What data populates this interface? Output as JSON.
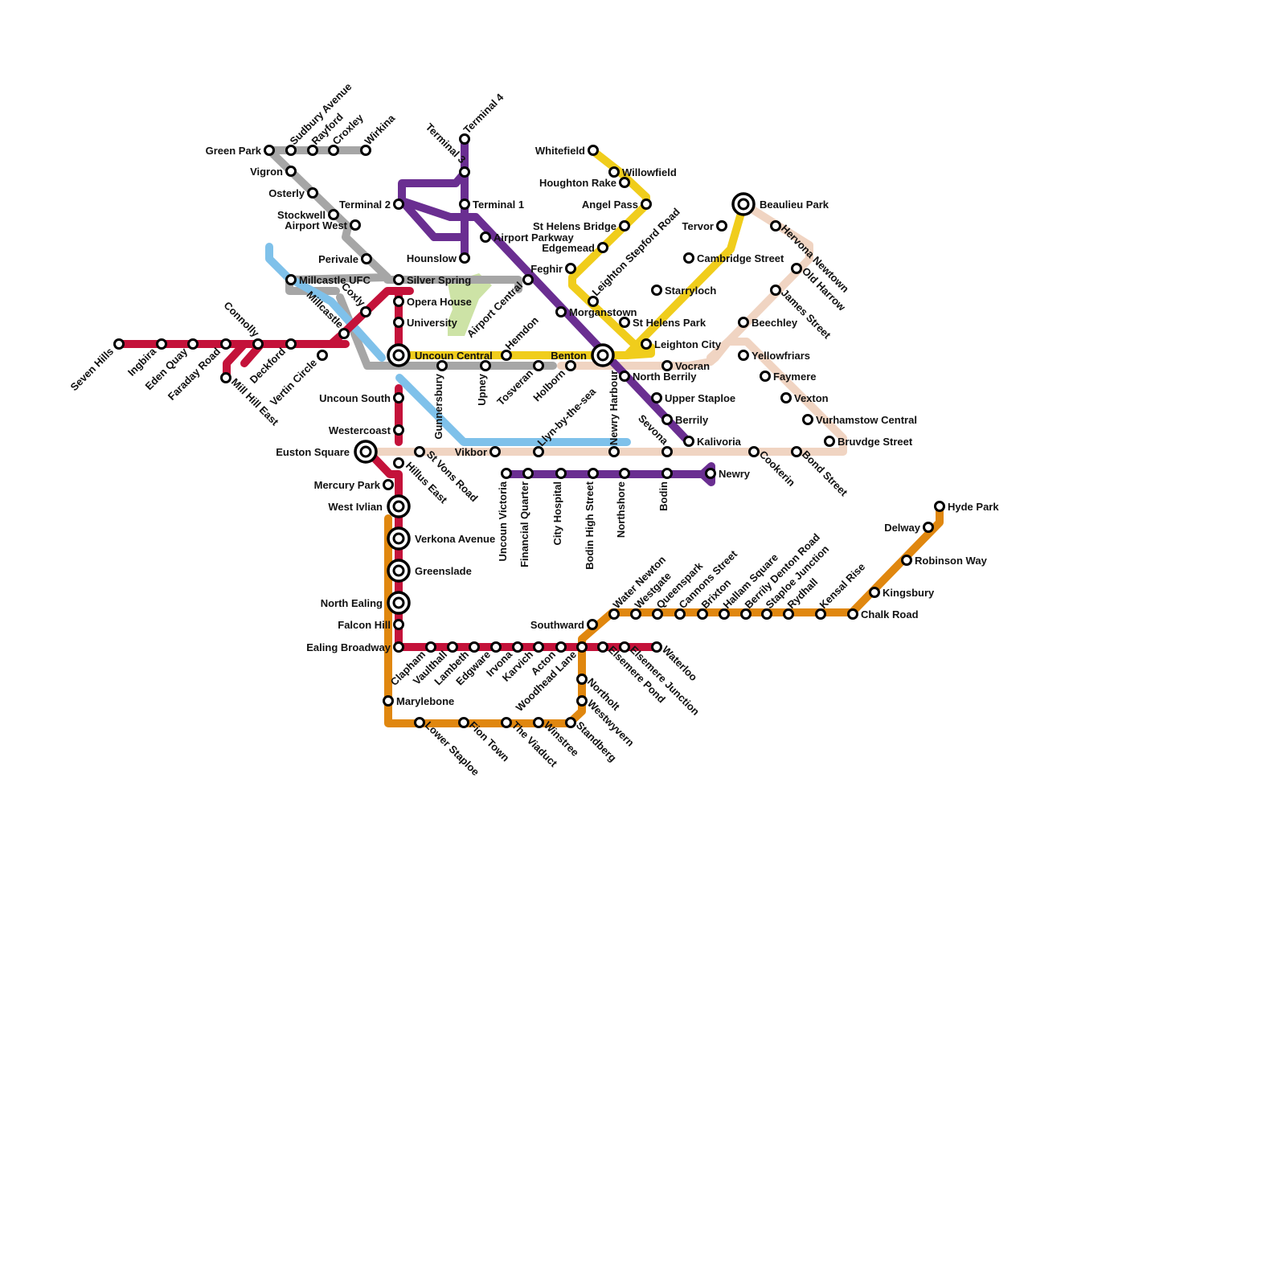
{
  "colors": {
    "red": "#c4123a",
    "grey": "#a6a6a6",
    "purple": "#6a2e91",
    "yellow": "#f0cd1c",
    "orange": "#e0870f",
    "blue": "#7fc1ea",
    "peach": "#f0d4c2",
    "park": "#cde3a6"
  },
  "stations": {
    "seven_hills": "Seven Hills",
    "ingbira": "Ingbira",
    "eden_quay": "Eden Quay",
    "faraday_road": "Faraday Road",
    "mill_hill_east": "Mill Hill East",
    "connolly": "Connolly",
    "deckford": "Deckford",
    "vertin_circle": "Vertin Circle",
    "millcastle": "Millcastle",
    "coxly": "Coxly",
    "green_park": "Green Park",
    "sudbury_avenue": "Sudbury Avenue",
    "rayford": "Rayford",
    "croxley": "Croxley",
    "wirkina": "Wirkina",
    "vigron": "Vigron",
    "osterly": "Osterly",
    "stockwell": "Stockwell",
    "airport_west": "Airport West",
    "perivale": "Perivale",
    "millcastle_ufc": "Millcastle UFC",
    "silver_spring": "Silver Spring",
    "opera_house": "Opera House",
    "university": "University",
    "uncoun_central": "Uncoun Central",
    "uncoun_south": "Uncoun South",
    "westercoast": "Westercoast",
    "euston_square": "Euston Square",
    "hillus_east": "Hillus East",
    "st_vons_road": "St Vons Road",
    "mercury_park": "Mercury Park",
    "west_ivlian": "West Ivlian",
    "verkona_avenue": "Verkona Avenue",
    "greenslade": "Greenslade",
    "north_ealing": "North Ealing",
    "falcon_hill": "Falcon Hill",
    "ealing_broadway": "Ealing Broadway",
    "terminal_2": "Terminal 2",
    "terminal_3": "Terminal 3",
    "terminal_4": "Terminal 4",
    "terminal_1": "Terminal 1",
    "hounslow": "Hounslow",
    "airport_parkway": "Airport Parkway",
    "airport_central": "Airport Central",
    "feghir": "Feghir",
    "morganstown": "Morganstown",
    "benton": "Benton",
    "hemdon": "Hemdon",
    "gunnersbury": "Gunnersbury",
    "upney": "Upney",
    "tosveran": "Tosveran",
    "holborn": "Holborn",
    "whitefield": "Whitefield",
    "willowfield": "Willowfield",
    "houghton_rake": "Houghton Rake",
    "angel_pass": "Angel Pass",
    "st_helens_bridge": "St Helens Bridge",
    "edgemead": "Edgemead",
    "leighton_stepford_road": "Leighton Stepford Road",
    "st_helens_park": "St Helens Park",
    "leighton_city": "Leighton City",
    "starryloch": "Starryloch",
    "cambridge_street": "Cambridge Street",
    "tervor": "Tervor",
    "beaulieu_park": "Beaulieu Park",
    "hervona_newtown": "Hervona Newtown",
    "old_harrow": "Old Harrow",
    "james_street": "James Street",
    "beechley": "Beechley",
    "yellowfriars": "Yellowfriars",
    "faymere": "Faymere",
    "vexton": "Vexton",
    "vurhamstow_central": "Vurhamstow Central",
    "bruvdge_street": "Bruvdge Street",
    "bond_street": "Bond Street",
    "cookerin": "Cookerin",
    "vocran": "Vocran",
    "north_berrily": "North Berrily",
    "upper_staploe": "Upper Staploe",
    "berrily": "Berrily",
    "kalivoria": "Kalivoria",
    "sevona": "Sevona",
    "newry_harbour": "Newry Harbour",
    "llyn_by_the_sea": "Llyn-by-the-sea",
    "vikbor": "Vikbor",
    "newry": "Newry",
    "uncoun_victoria": "Uncoun Victoria",
    "financial_quarter": "Financial Quarter",
    "city_hospital": "City Hospital",
    "bodin_high_street": "Bodin High Street",
    "northshore": "Northshore",
    "bodin": "Bodin",
    "hyde_park": "Hyde Park",
    "delway": "Delway",
    "robinson_way": "Robinson Way",
    "kingsbury": "Kingsbury",
    "chalk_road": "Chalk Road",
    "kensal_rise": "Kensal Rise",
    "rydhall": "Rydhall",
    "staploe_junction": "Staploe Junction",
    "berrily_denton_road": "Berrily Denton Road",
    "hallam_square": "Hallam Square",
    "brixton": "Brixton",
    "cannons_street": "Cannons Street",
    "queenspark": "Queenspark",
    "westgate": "Westgate",
    "water_newton": "Water Newton",
    "southward": "Southward",
    "woodhead_lane": "Woodhead Lane",
    "acton": "Acton",
    "karvich": "Karvich",
    "irvona": "Irvona",
    "edgware": "Edgware",
    "lambeth": "Lambeth",
    "vaulthall": "Vaulthall",
    "clapham": "Clapham",
    "elsemere_pond": "Elsemere Pond",
    "elsemere_junction": "Elsemere Junction",
    "waterloo": "Waterloo",
    "northolt": "Northolt",
    "westwyvern": "Westwyvern",
    "standberg": "Standberg",
    "winstree": "Winstree",
    "the_viaduct": "The Viaduct",
    "fion_town": "Fion Town",
    "lower_staploe": "Lower Staploe",
    "marylebone": "Marylebone"
  }
}
